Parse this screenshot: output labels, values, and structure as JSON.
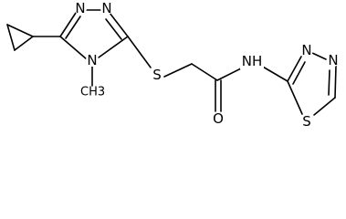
{
  "structure": {
    "atoms": {
      "n1": "N",
      "n2": "N",
      "n4": "N",
      "methyl": "CH3",
      "s_thioether": "S",
      "o_carbonyl": "O",
      "nh": "NH",
      "n_td1": "N",
      "n_td2": "N",
      "s_thiadiazole": "S"
    }
  }
}
